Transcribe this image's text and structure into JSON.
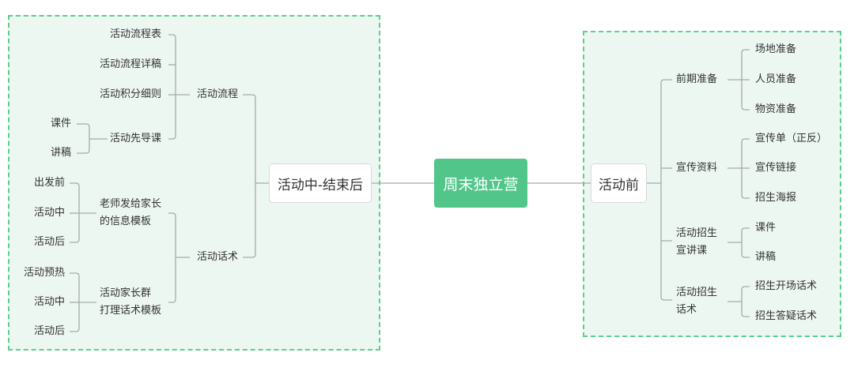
{
  "colors": {
    "accent": "#52c68a",
    "zone_fill": "#edf7f1",
    "zone_border": "#5ccf8d",
    "line": "#a9a9a9"
  },
  "root": "周末独立营",
  "left": {
    "title": "活动中-结束后",
    "flow": {
      "label": "活动流程",
      "items": [
        "活动流程表",
        "活动流程详稿",
        "活动积分细则",
        "活动先导课"
      ],
      "pre_class": [
        "课件",
        "讲稿"
      ]
    },
    "scripts": {
      "label": "活动话术",
      "teacher": {
        "line1": "老师发给家长",
        "line2": "的信息模板",
        "items": [
          "出发前",
          "活动中",
          "活动后"
        ]
      },
      "group": {
        "line1": "活动家长群",
        "line2": "打理话术模板",
        "items": [
          "活动预热",
          "活动中",
          "活动后"
        ]
      }
    }
  },
  "right": {
    "title": "活动前",
    "prep": {
      "label": "前期准备",
      "items": [
        "场地准备",
        "人员准备",
        "物资准备"
      ]
    },
    "promo": {
      "label": "宣传资料",
      "items": [
        "宣传单（正反）",
        "宣传链接",
        "招生海报"
      ]
    },
    "lecture": {
      "line1": "活动招生",
      "line2": "宣讲课",
      "items": [
        "课件",
        "讲稿"
      ]
    },
    "talk": {
      "line1": "活动招生",
      "line2": "话术",
      "items": [
        "招生开场话术",
        "招生答疑话术"
      ]
    }
  }
}
